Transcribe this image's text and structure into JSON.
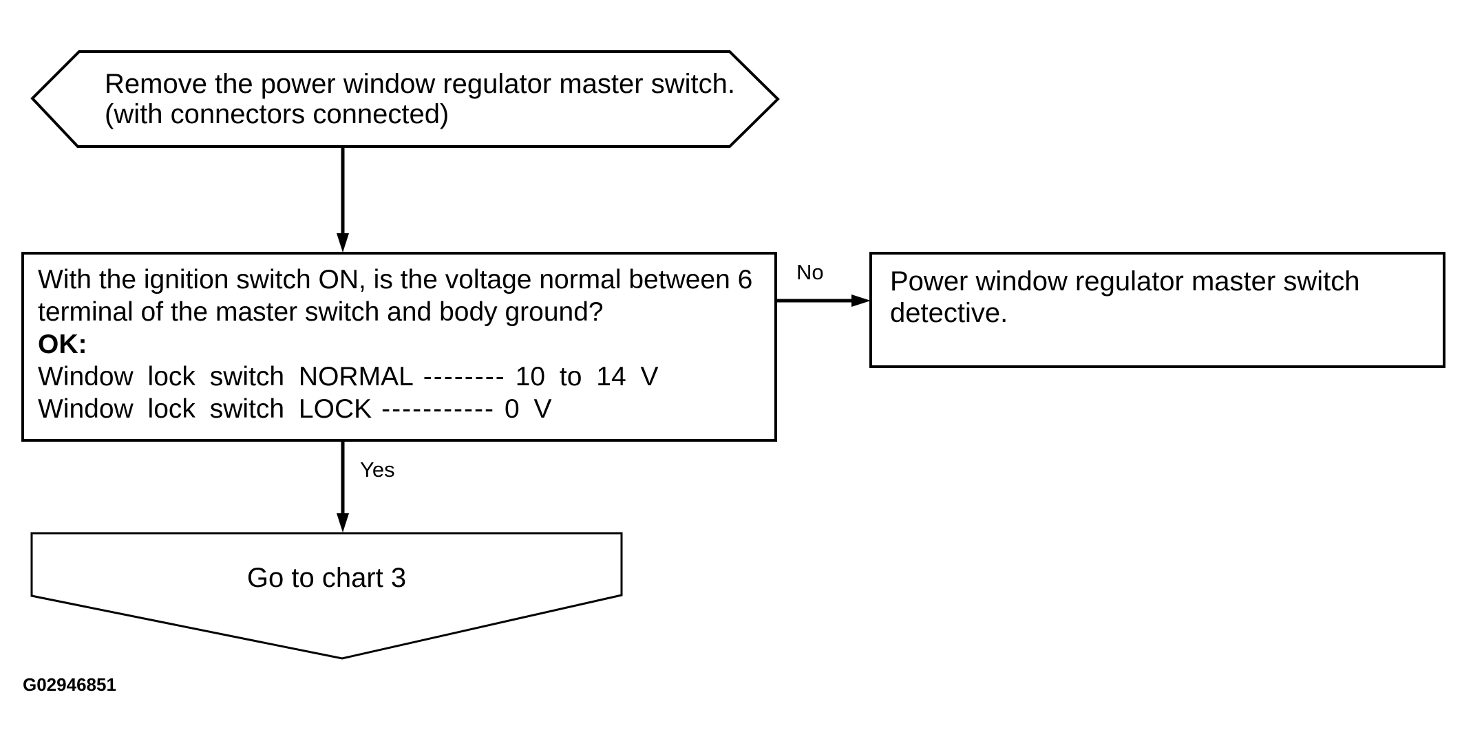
{
  "page": {
    "background_color": "#ffffff",
    "ink_color": "#000000",
    "figure_id": "G02946851"
  },
  "flowchart": {
    "start": {
      "shape": "hexagon",
      "lines": [
        "Remove the power window regulator master switch.",
        "(with connectors connected)"
      ]
    },
    "question": {
      "shape": "rectangle",
      "lines": [
        "With the ignition switch ON, is the voltage normal between 6",
        "terminal of the master switch and body ground?"
      ],
      "ok_label": "OK:",
      "measurements": [
        {
          "label": "Window lock switch NORMAL",
          "dashes": "--------",
          "value": "10 to 14 V"
        },
        {
          "label": "Window lock switch LOCK",
          "dashes": "-----------",
          "value": "0 V"
        }
      ]
    },
    "no_branch": {
      "label": "No",
      "result": {
        "shape": "rectangle",
        "lines": [
          "Power window regulator master switch",
          "detective."
        ]
      }
    },
    "yes_branch": {
      "label": "Yes",
      "terminal": {
        "shape": "off-page-connector",
        "text": "Go to chart 3"
      }
    }
  }
}
